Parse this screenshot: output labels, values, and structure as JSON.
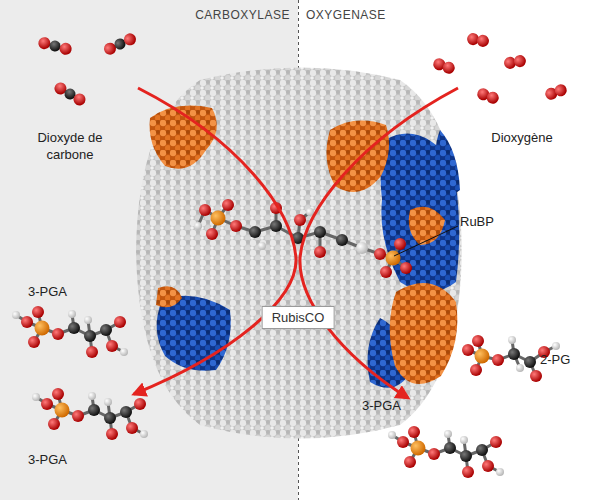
{
  "diagram": {
    "nodes": [
      {
        "text": [
          "RubisCO"
        ]
      }
    ],
    "labels": [
      "CARBOXYLASE",
      "OXYGENASE",
      "Dioxyde de carbone",
      "Dioxygène",
      "RuBP",
      "3-PGA",
      "3-PGA",
      "3-PGA",
      "2-PG"
    ]
  }
}
